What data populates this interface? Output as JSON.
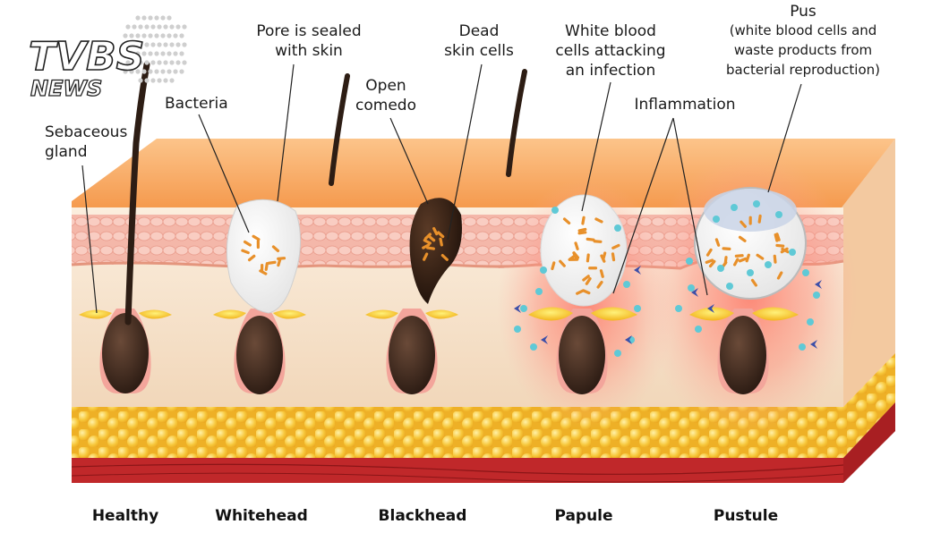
{
  "logo": {
    "main": "TVBS",
    "sub": "NEWS"
  },
  "labels": {
    "sebaceous_gland": [
      "Sebaceous",
      "gland"
    ],
    "bacteria": "Bacteria",
    "pore_sealed": [
      "Pore is sealed",
      "with skin"
    ],
    "open_comedo": [
      "Open",
      "comedo"
    ],
    "dead_skin_cells": [
      "Dead",
      "skin cells"
    ],
    "white_blood_cells": [
      "White blood",
      "cells attacking",
      "an infection"
    ],
    "inflammation": "Inflammation",
    "pus": [
      "Pus",
      "(white blood cells and",
      "waste products from",
      "bacterial reproduction)"
    ]
  },
  "stages": [
    "Healthy",
    "Whitehead",
    "Blackhead",
    "Papule",
    "Pustule"
  ],
  "colors": {
    "epidermis": "#f7a65e",
    "dermis": "#f5dfc4",
    "pink_layer": "#f4b4a8",
    "fat": "#f6c234",
    "muscle": "#c0282a",
    "hair": "#2d1d14",
    "inflammation": "#e8463c",
    "white_cell": "#5fc9d6"
  }
}
